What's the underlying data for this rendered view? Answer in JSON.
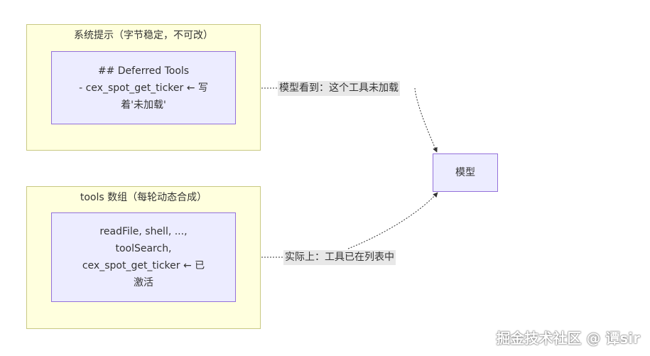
{
  "clusters": {
    "system_prompt": {
      "title": "系统提示（字节稳定，不可改）",
      "node_text": "## Deferred Tools\n- cex_spot_get_ticker ← 写\n着'未加载'"
    },
    "tools_array": {
      "title": "tools 数组（每轮动态合成）",
      "node_text": "readFile, shell, ...,\ntoolSearch,\ncex_spot_get_ticker ← 已\n激活"
    }
  },
  "model_node": {
    "text": "模型"
  },
  "edges": {
    "top_label": "模型看到：这个工具未加载",
    "bottom_label": "实际上：工具已在列表中"
  },
  "watermark": "掘金技术社区 @ 谭sir",
  "colors": {
    "cluster_fill": "#ffffde",
    "cluster_border": "#c8c882",
    "node_fill": "#ececff",
    "node_border": "#9370db",
    "edge": "#333333",
    "label_bg": "#e8e8e8"
  }
}
